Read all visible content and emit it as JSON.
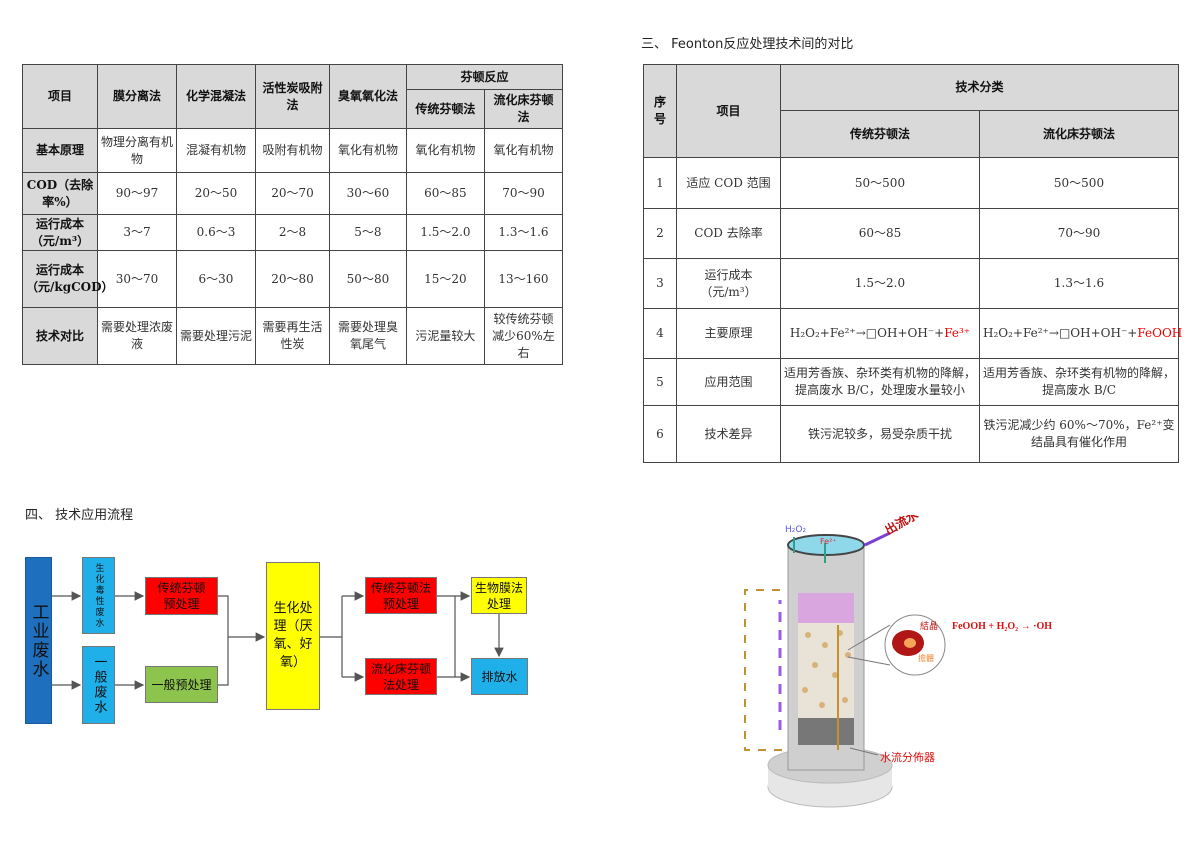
{
  "headings": {
    "section3": "三、 Feonton反应处理技术间的对比",
    "section4": "四、    技术应用流程"
  },
  "table1": {
    "header": {
      "item": "项目",
      "cols": [
        "膜分离法",
        "化学混凝法",
        "活性炭吸附法",
        "臭氧氧化法"
      ],
      "group": "芬顿反应",
      "sub": [
        "传统芬顿法",
        "流化床芬顿法"
      ]
    },
    "rows": [
      {
        "label": "基本原理",
        "cells": [
          "物理分离有机物",
          "混凝有机物",
          "吸附有机物",
          "氧化有机物",
          "氧化有机物",
          "氧化有机物"
        ]
      },
      {
        "label": "COD（去除率%）",
        "cells": [
          "90～97",
          "20～50",
          "20～70",
          "30～60",
          "60～85",
          "70～90"
        ]
      },
      {
        "label": "运行成本（元/m³）",
        "cells": [
          "3～7",
          "0.6～3",
          "2～8",
          "5～8",
          "1.5～2.0",
          "1.3～1.6"
        ]
      },
      {
        "label": "运行成本（元/kgCOD）",
        "cells": [
          "30～70",
          "6～30",
          "20～80",
          "50～80",
          "15～20",
          "13～160"
        ]
      },
      {
        "label": "技术对比",
        "cells": [
          "需要处理浓废液",
          "需要处理污泥",
          "需要再生活性炭",
          "需要处理臭氧尾气",
          "污泥量较大",
          "较传统芬顿减少60%左右"
        ]
      }
    ]
  },
  "table2": {
    "header": {
      "no": "序号",
      "item": "项目",
      "group": "技术分类",
      "sub": [
        "传统芬顿法",
        "流化床芬顿法"
      ]
    },
    "rows": [
      {
        "no": "1",
        "item": "适应 COD 范围",
        "a": "50～500",
        "b": "50～500"
      },
      {
        "no": "2",
        "item": "COD 去除率",
        "a": "60～85",
        "b": "70～90"
      },
      {
        "no": "3",
        "item": "运行成本（元/m³）",
        "a": "1.5～2.0",
        "b": "1.3～1.6"
      },
      {
        "no": "4",
        "item": "主要原理",
        "a": "H₂O₂+Fe²⁺→□OH+OH⁻+",
        "a_red": "Fe³⁺",
        "b": "H₂O₂+Fe²⁺→□OH+OH⁻+",
        "b_red": "FeOOH"
      },
      {
        "no": "5",
        "item": "应用范围",
        "a": "适用芳香族、杂环类有机物的降解，提高废水 B/C，处理废水量较小",
        "b": "适用芳香族、杂环类有机物的降解，提高废水 B/C"
      },
      {
        "no": "6",
        "item": "技术差异",
        "a": "铁污泥较多，易受杂质干扰",
        "b": "铁污泥减少约 60%～70%，Fe²⁺变结晶具有催化作用"
      }
    ]
  },
  "flow": {
    "industrial": "工业废水",
    "toxic": "生化毒性废水",
    "general": "一般废水",
    "fenton_pre": "传统芬顿预处理",
    "general_pre": "一般预处理",
    "bio": "生化处理（厌氧、好氧）",
    "fenton_post": "传统芬顿法预处理",
    "fluid": "流化床芬顿法处理",
    "biofilm": "生物膜法处理",
    "discharge": "排放水",
    "colors": {
      "dark_blue": "#1f6fbf",
      "light_blue": "#1fb0ea",
      "red": "#ff0000",
      "green": "#8dc44e",
      "yellow": "#ffff00"
    }
  },
  "reactor": {
    "h2o2": "H₂O₂",
    "fe": "Fe²⁺",
    "outflow": "出流水",
    "crystal": "結晶",
    "formula": "FeOOH + H₂O₂ → ·OH",
    "carrier": "擔體",
    "distributor": "水流分佈器"
  }
}
